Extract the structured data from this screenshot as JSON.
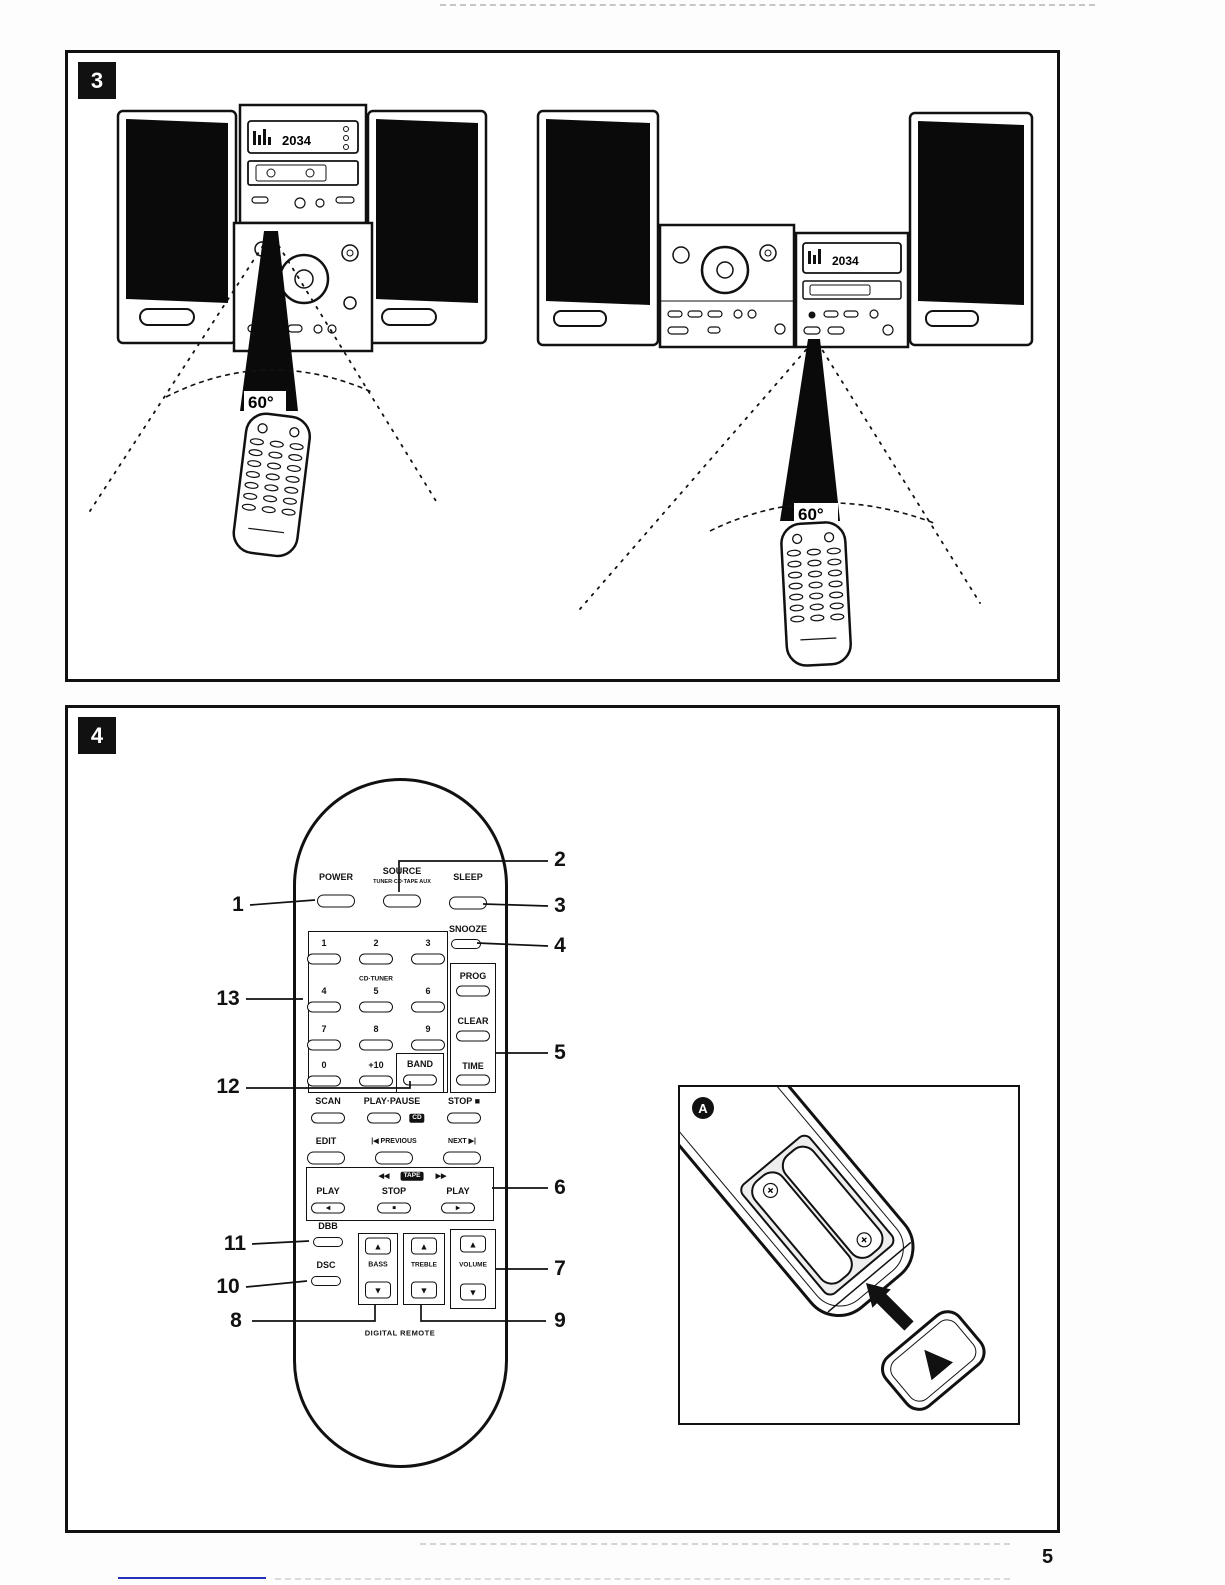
{
  "page": {
    "number": "5"
  },
  "figure3": {
    "label": "3",
    "left_angle": "60°",
    "right_angle": "60°",
    "display_left": "2034",
    "display_right": "2034"
  },
  "figure4": {
    "label": "4",
    "inset_label": "A",
    "callouts": [
      "1",
      "2",
      "3",
      "4",
      "5",
      "6",
      "7",
      "8",
      "9",
      "10",
      "11",
      "12",
      "13"
    ],
    "remote": {
      "power": "POWER",
      "source": "SOURCE",
      "source_sub": "TUNER·CD·TAPE AUX",
      "sleep": "SLEEP",
      "snooze": "SNOOZE",
      "cd_tuner": "CD·TUNER",
      "digits": [
        "1",
        "2",
        "3",
        "4",
        "5",
        "6",
        "7",
        "8",
        "9",
        "0",
        "+10"
      ],
      "band": "BAND",
      "prog": "PROG",
      "clear": "CLEAR",
      "time": "TIME",
      "scan": "SCAN",
      "play_pause": "PLAY·PAUSE",
      "cd_badge": "CD",
      "stop": "STOP ■",
      "edit": "EDIT",
      "previous": "|◀ PREVIOUS",
      "next": "NEXT ▶|",
      "rew": "◀◀",
      "tape_badge": "TAPE",
      "ffwd": "▶▶",
      "tape_play_left": "PLAY",
      "tape_stop": "STOP",
      "tape_play_right": "PLAY",
      "glyph_play_left": "◀",
      "glyph_stop": "■",
      "glyph_play_right": "▶",
      "dbb": "DBB",
      "dsc": "DSC",
      "bass": "BASS",
      "treble": "TREBLE",
      "volume": "VOLUME",
      "up": "▲",
      "down": "▼",
      "brand": "DIGITAL REMOTE"
    },
    "battery": {
      "plus_left": "+",
      "plus_right": "+"
    }
  }
}
